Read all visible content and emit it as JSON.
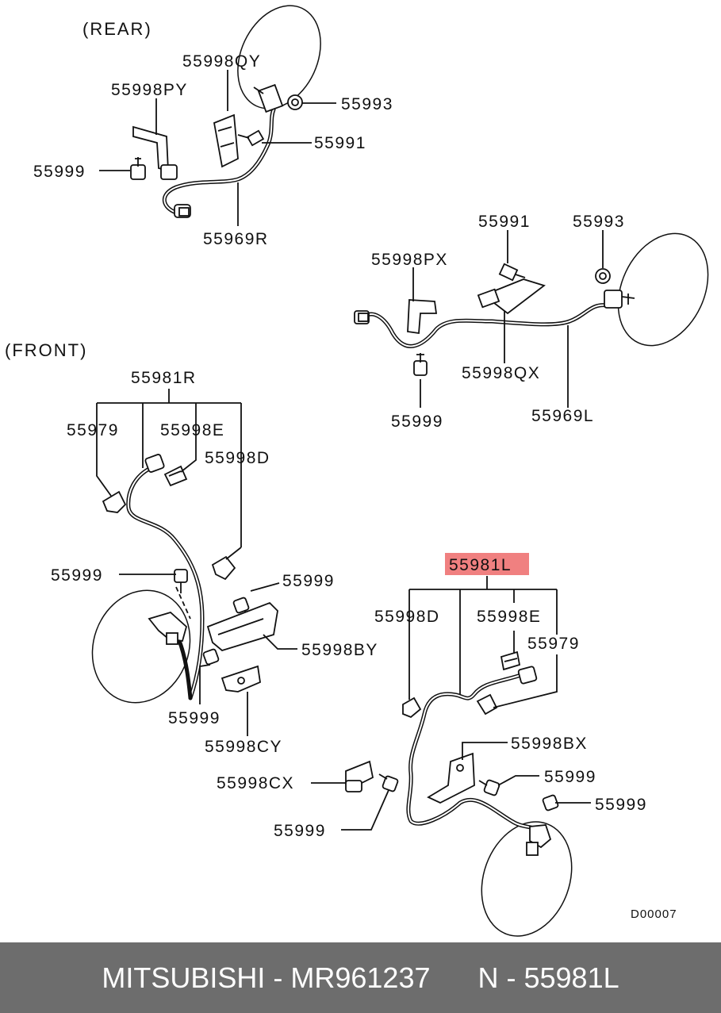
{
  "sections": {
    "rear": "(REAR)",
    "front": "(FRONT)"
  },
  "labels": {
    "rear_55998qy": "55998QY",
    "rear_55998py": "55998PY",
    "rear_55993": "55993",
    "rear_55991": "55991",
    "rear_55999": "55999",
    "rear_55969r": "55969R",
    "rl_55991": "55991",
    "rl_55993": "55993",
    "rl_55998px": "55998PX",
    "rl_55998qx": "55998QX",
    "rl_55999": "55999",
    "rl_55969l": "55969L",
    "fr_55981r": "55981R",
    "fr_55979": "55979",
    "fr_55998e": "55998E",
    "fr_55998d": "55998D",
    "fr_55999_a": "55999",
    "fr_55999_b": "55999",
    "fr_55998by": "55998BY",
    "fr_55999_c": "55999",
    "fr_55998cy": "55998CY",
    "fl_55981l": "55981L",
    "fl_55998d": "55998D",
    "fl_55998e": "55998E",
    "fl_55979": "55979",
    "fl_55998bx": "55998BX",
    "fl_55999_a": "55999",
    "fl_55999_b": "55999",
    "fl_55998cx": "55998CX",
    "fl_55999_c": "55999"
  },
  "diagram_code": "D00007",
  "highlight_color": "#f08080",
  "footer": {
    "brand_part": "MITSUBISHI - MR961237",
    "ref": "N - 55981L"
  }
}
